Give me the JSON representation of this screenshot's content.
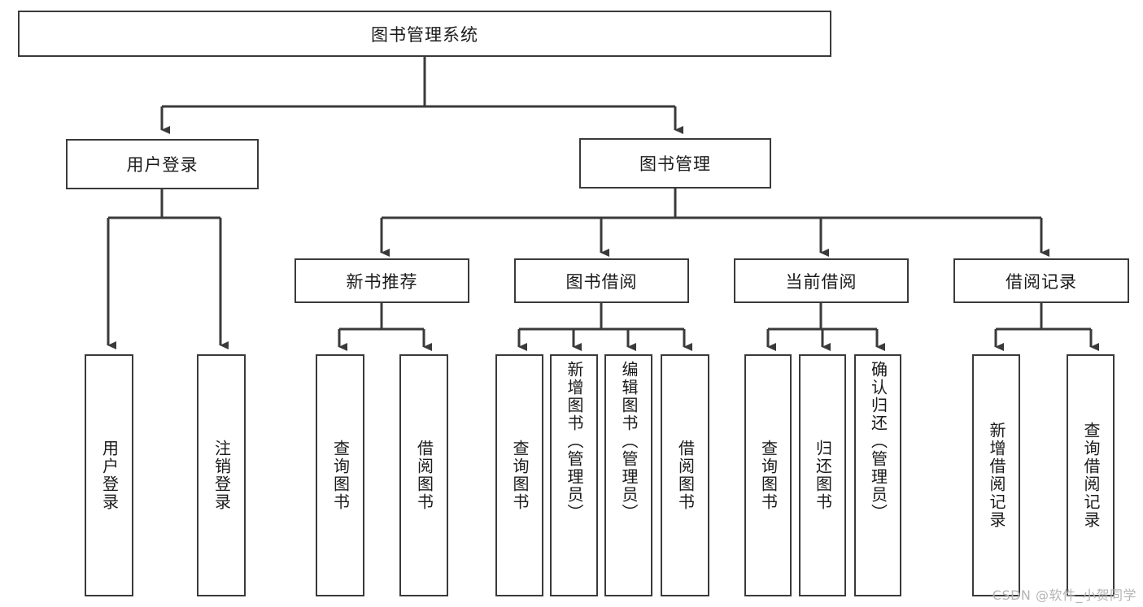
{
  "diagram": {
    "title": "图书管理系统",
    "type": "tree-hierarchy",
    "root": {
      "label": "图书管理系统"
    },
    "level1": [
      {
        "label": "用户登录"
      },
      {
        "label": "图书管理"
      }
    ],
    "level2": [
      {
        "label": "新书推荐"
      },
      {
        "label": "图书借阅"
      },
      {
        "label": "当前借阅"
      },
      {
        "label": "借阅记录"
      }
    ],
    "leaves": {
      "user_login": [
        {
          "label": "用户登录"
        },
        {
          "label": "注销登录"
        }
      ],
      "new_book_recommend": [
        {
          "label": "查询图书"
        },
        {
          "label": "借阅图书"
        }
      ],
      "book_borrow": [
        {
          "label": "查询图书"
        },
        {
          "label": "新增图书（管理员）"
        },
        {
          "label": "编辑图书（管理员）"
        },
        {
          "label": "借阅图书"
        }
      ],
      "current_borrow": [
        {
          "label": "查询图书"
        },
        {
          "label": "归还图书"
        },
        {
          "label": "确认归还（管理员）"
        }
      ],
      "borrow_record": [
        {
          "label": "新增借阅记录"
        },
        {
          "label": "查询借阅记录"
        }
      ]
    }
  },
  "watermark": {
    "text": "CSDN @软件_小贺同学"
  },
  "colors": {
    "box_border": "#3a3a3a",
    "line": "#3a3a3a",
    "text": "#1a1a1a",
    "background": "#ffffff",
    "watermark": "#b4b4b4"
  }
}
